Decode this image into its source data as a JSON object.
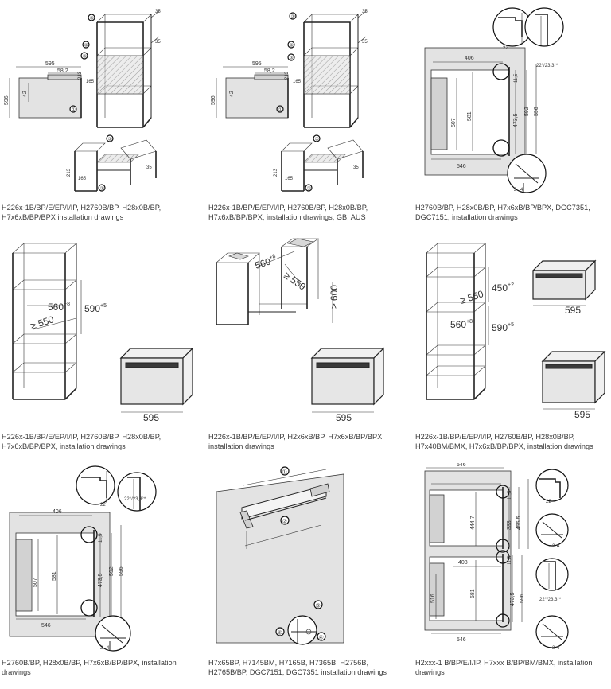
{
  "captions": [
    "H226x-1B/BP/E/EP/I/IP, H2760B/BP, H28x0B/BP, H7x6xB/BP/BPX installation drawings",
    "H226x-1B/BP/E/EP/I/IP, H2760B/BP, H28x0B/BP, H7x6xB/BP/BPX, installation drawings, GB, AUS",
    "H2760B/BP, H28x0B/BP, H7x6xB/BP/BPX, DGC7351, DGC7151, installation drawings",
    "H226x-1B/BP/E/EP/I/IP, H2760B/BP, H28x0B/BP, H7x6xB/BP/BPX, installation drawings",
    "H226x-1B/BP/E/EP/I/IP, H2x6xB/BP, H7x6xB/BP/BPX, installation drawings",
    "H226x-1B/BP/E/EP/I/IP, H2760B/BP, H28x0B/BP, H7x40BM/BMX, H7x6xB/BP/BPX, installation drawings",
    "H2760B/BP, H28x0B/BP, H7x6xB/BP/BPX, installation drawings",
    "H7x65BP, H7145BM, H7165B, H7365B, H2756B, H2765B/BP, DGC7151, DGC7351 installation drawings",
    "H2xxx-1 B/BP/E/I/IP, H7xxx B/BP/BM/BMX, installation drawings"
  ],
  "labels": {
    "d595": "595",
    "d58_2": "58,2",
    "d42": "42",
    "d596": "596",
    "d213": "213",
    "d165": "165",
    "d5": "5",
    "d35": "35",
    "d406": "406",
    "d22": "22",
    "angle": "22°/23,3°*",
    "d11_5": "11,5",
    "d507": "507",
    "d581": "581",
    "d473_5": "473,5",
    "d592": "592",
    "d546": "546",
    "d2": "2",
    "d4": "4",
    "d560": "560",
    "sup8": "+8",
    "d550": "≥ 550",
    "d590": "590",
    "sup5": "+5",
    "d600": "≥ 600",
    "d450": "450",
    "sup2": "+2",
    "d444_7": "444,7",
    "d455_5": "455,5",
    "d333": "333",
    "d408": "408",
    "d516": "516",
    "n1": "①",
    "n2": "②",
    "n3": "③",
    "n4": "④",
    "n5": "⑤"
  }
}
